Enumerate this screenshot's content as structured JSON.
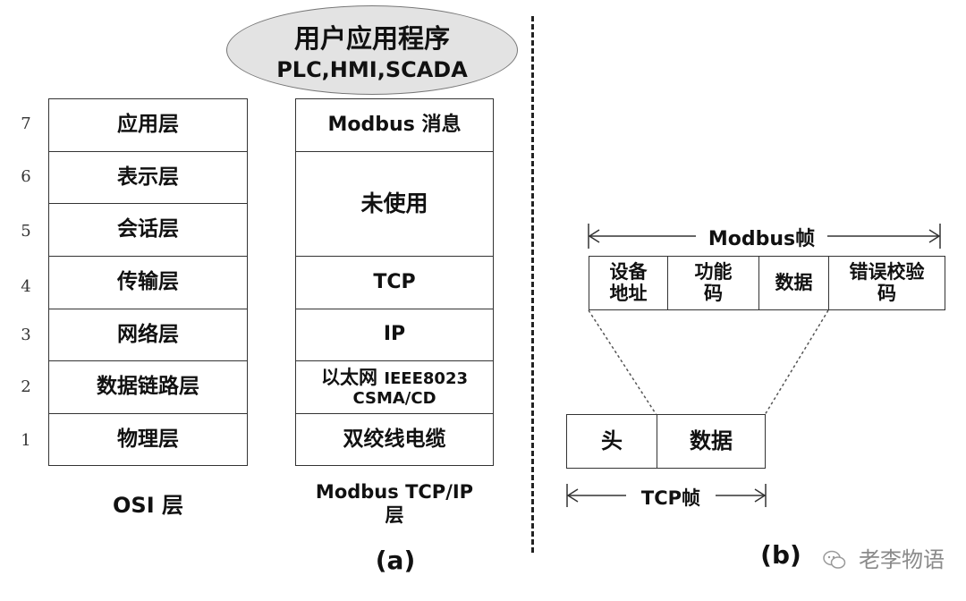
{
  "app": {
    "header_top": "用户应用程序",
    "header_bottom": "PLC,HMI,SCADA"
  },
  "osi": {
    "numbers": [
      "7",
      "6",
      "5",
      "4",
      "3",
      "2",
      "1"
    ],
    "layers": [
      "应用层",
      "表示层",
      "会话层",
      "传输层",
      "网络层",
      "数据链路层",
      "物理层"
    ],
    "caption": "OSI 层"
  },
  "modbus_stack": {
    "message": "Modbus 消息",
    "unused": "未使用",
    "tcp": "TCP",
    "ip": "IP",
    "ethernet_a": "以太网",
    "ethernet_b": "IEEE8023",
    "ethernet_c": "CSMA/CD",
    "physical": "双绞线电缆",
    "caption_line1": "Modbus TCP/IP",
    "caption_line2": "层"
  },
  "label_a": "(a)",
  "label_b": "(b)",
  "modbus_frame": {
    "title": "Modbus帧",
    "fields": [
      {
        "line1": "设备",
        "line2": "地址"
      },
      {
        "line1": "功能",
        "line2": "码"
      },
      {
        "line1": "数据",
        "line2": ""
      },
      {
        "line1": "错误校验",
        "line2": "码"
      }
    ]
  },
  "tcp_frame": {
    "header": "头",
    "data": "数据",
    "title": "TCP帧"
  },
  "watermark": "老李物语",
  "colors": {
    "ellipse_fill": "#e3e3e3",
    "line": "#333333"
  }
}
